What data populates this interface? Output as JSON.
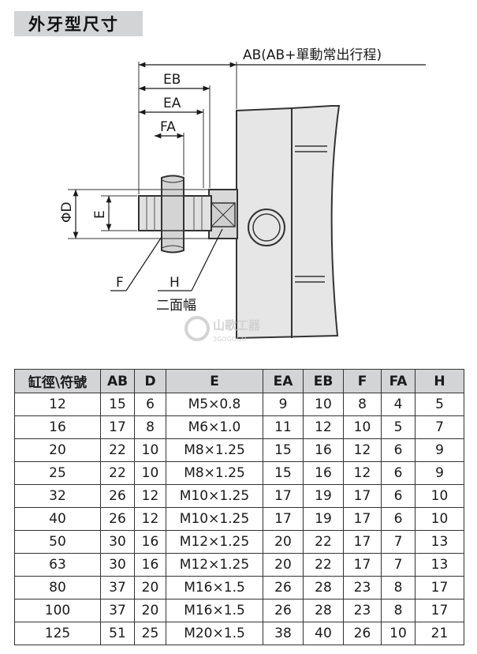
{
  "title": "外牙型尺寸",
  "diagram": {
    "label_ab": "AB(AB+單動常出行程)",
    "label_eb": "EB",
    "label_ea": "EA",
    "label_fa": "FA",
    "label_phid": "ΦD",
    "label_e": "E",
    "label_f": "F",
    "label_h": "H",
    "label_wrench": "二面幅"
  },
  "watermark": {
    "name": "山歌工器",
    "code": "3GOGOGO"
  },
  "table": {
    "headers": [
      "缸徑\\符號",
      "AB",
      "D",
      "E",
      "EA",
      "EB",
      "F",
      "FA",
      "H"
    ],
    "rows": [
      [
        "12",
        "15",
        "6",
        "M5×0.8",
        "9",
        "10",
        "8",
        "4",
        "5"
      ],
      [
        "16",
        "17",
        "8",
        "M6×1.0",
        "11",
        "12",
        "10",
        "5",
        "7"
      ],
      [
        "20",
        "22",
        "10",
        "M8×1.25",
        "15",
        "16",
        "12",
        "6",
        "9"
      ],
      [
        "25",
        "22",
        "10",
        "M8×1.25",
        "15",
        "16",
        "12",
        "6",
        "9"
      ],
      [
        "32",
        "26",
        "12",
        "M10×1.25",
        "17",
        "19",
        "17",
        "6",
        "10"
      ],
      [
        "40",
        "26",
        "12",
        "M10×1.25",
        "17",
        "19",
        "17",
        "6",
        "10"
      ],
      [
        "50",
        "30",
        "16",
        "M12×1.25",
        "20",
        "22",
        "17",
        "7",
        "13"
      ],
      [
        "63",
        "30",
        "16",
        "M12×1.25",
        "20",
        "22",
        "17",
        "7",
        "13"
      ],
      [
        "80",
        "37",
        "20",
        "M16×1.5",
        "26",
        "28",
        "23",
        "8",
        "17"
      ],
      [
        "100",
        "37",
        "20",
        "M16×1.5",
        "26",
        "28",
        "23",
        "8",
        "17"
      ],
      [
        "125",
        "51",
        "25",
        "M20×1.5",
        "38",
        "40",
        "26",
        "10",
        "21"
      ]
    ]
  }
}
